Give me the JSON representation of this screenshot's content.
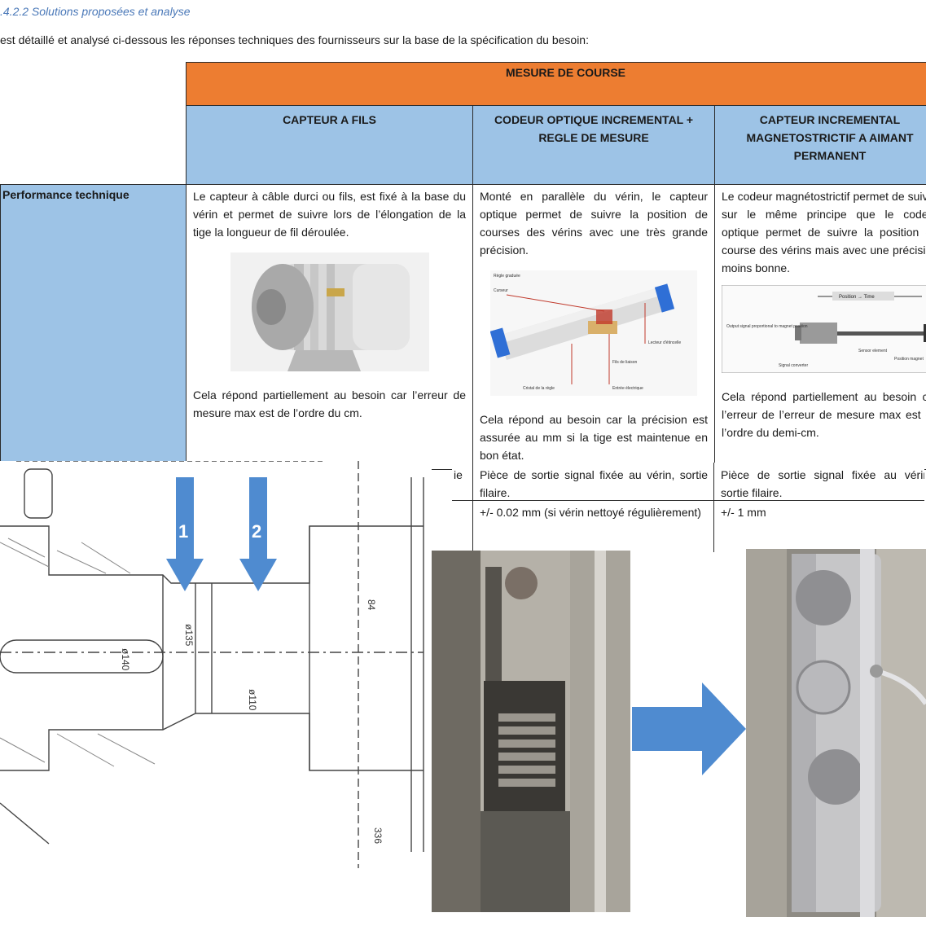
{
  "doc": {
    "heading": ".4.2.2  Solutions proposées et analyse",
    "intro": "est détaillé et analysé ci-dessous les réponses techniques des fournisseurs sur la base de la spécification du besoin:"
  },
  "table": {
    "group_header": "MESURE DE COURSE",
    "columns": [
      "CAPTEUR A FILS",
      "CODEUR OPTIQUE INCREMENTAL + REGLE DE MESURE",
      "CAPTEUR INCREMENTAL MAGNETOSTRICTIF A AIMANT PERMANENT"
    ],
    "row_label": "Performance technique",
    "cells": [
      {
        "text": "Le capteur à câble durci ou fils, est fixé à la base du vérin et permet de suivre lors de l’élongation de la tige la longueur de fil déroulée.",
        "verdict": "Cela répond partiellement au besoin car l’erreur de mesure max est de l’ordre du cm."
      },
      {
        "text": "Monté en parallèle du vérin, le capteur optique permet de suivre la position de courses des vérins avec une très grande précision.",
        "verdict": "Cela répond au besoin car la précision est assurée au mm si la tige est maintenue en bon état."
      },
      {
        "text": "Le codeur magnétostrictif permet de suivre sur le même principe que le codeur optique permet de suivre la position de course des vérins mais avec une précision moins bonne.",
        "verdict": "Cela répond partiellement au besoin car l’erreur de l’erreur de mesure max est de l’ordre du demi-cm."
      }
    ],
    "lower_rows": [
      {
        "col1_fragment": "ie",
        "col2": "Pièce de sortie signal fixée au vérin, sortie filaire.",
        "col3": "Pièce de sortie signal fixée au vérin, sortie filaire."
      },
      {
        "col2": "+/-  0.02  mm  (si  vérin  nettoyé régulièrement)",
        "col3": "+/- 1 mm"
      }
    ]
  },
  "diagram_labels": {
    "optical": [
      "Règle graduée",
      "Curseur",
      "Lecteur d'étincelle",
      "Fils de liaison",
      "Cristal de la règle",
      "Entrée électrique"
    ],
    "magneto": [
      "Position → Time",
      "Output signal proportional to magnet position",
      "Sensor element",
      "Position magnet",
      "Signal converter"
    ]
  },
  "drawing": {
    "arrow_labels": [
      "1",
      "2"
    ],
    "dims": [
      "ø140",
      "ø135",
      "ø110",
      "84",
      "336"
    ]
  },
  "colors": {
    "orange": "#ed7d31",
    "blue": "#9dc3e6",
    "arrow": "#4f8bd0",
    "heading": "#4a78b8"
  }
}
